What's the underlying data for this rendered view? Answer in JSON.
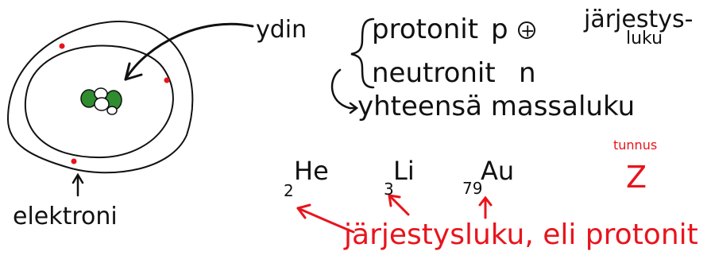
{
  "labels": {
    "nucleus": "ydin",
    "protons": "protonit",
    "proton_symbol": "p",
    "proton_charge": "+",
    "atomic_number_top": "järjestys-",
    "atomic_number_bottom": "luku",
    "neutrons": "neutronit",
    "neutron_symbol": "n",
    "total": "yhteensä massaluku",
    "electron": "elektroni",
    "symbol_label": "tunnus",
    "symbol": "Z",
    "bottom_caption": "järjestysluku, eli protonit"
  },
  "elements": [
    {
      "number": "2",
      "symbol": "He"
    },
    {
      "number": "3",
      "symbol": "Li"
    },
    {
      "number": "79",
      "symbol": "Au"
    }
  ],
  "colors": {
    "ink": "#111111",
    "red": "#e8141c",
    "green": "#2f8c2f",
    "electron": "#e8141c"
  }
}
